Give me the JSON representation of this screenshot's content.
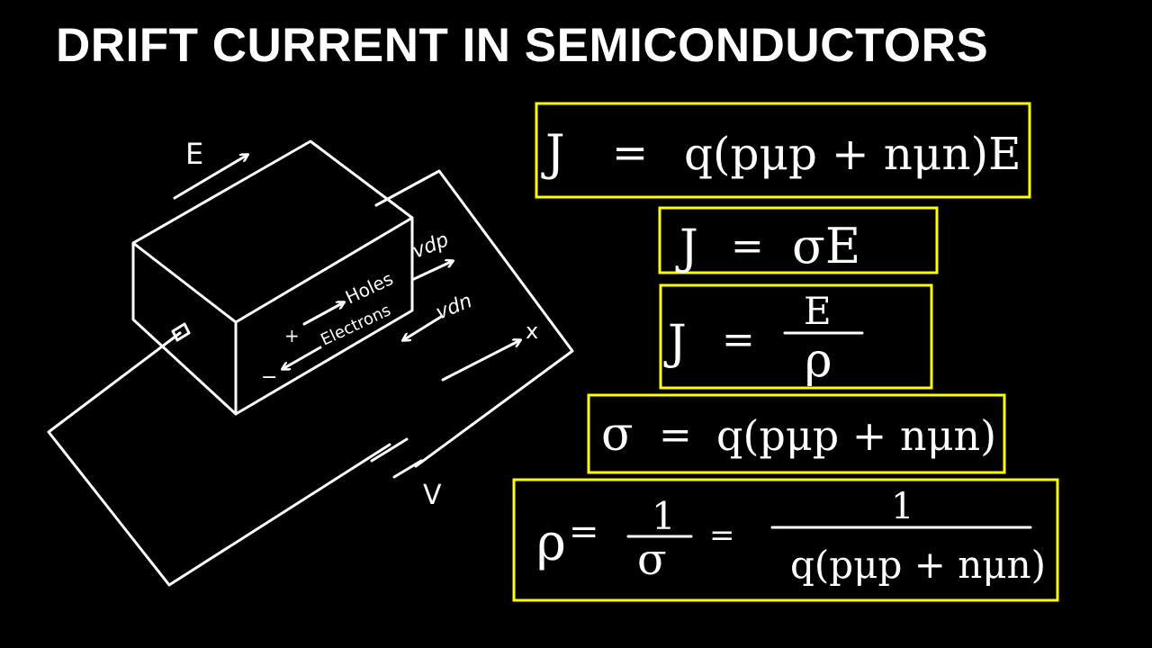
{
  "title": "DRIFT CURRENT IN SEMICONDUCTORS",
  "diagram": {
    "field_label": "E",
    "hole_velocity_label": "vdp",
    "electron_velocity_label": "vdn",
    "holes_label": "Holes",
    "electrons_label": "Electrons",
    "plus_sign": "+",
    "minus_sign": "−",
    "x_label": "x",
    "battery_label": "V"
  },
  "equations": [
    {
      "lhs": "J",
      "eq": "=",
      "rhs": "q(pμp + nμn)E"
    },
    {
      "lhs": "J",
      "eq": "=",
      "rhs": "σE"
    },
    {
      "lhs": "J",
      "eq": "=",
      "num": "E",
      "den": "ρ"
    },
    {
      "lhs": "σ",
      "eq": "=",
      "rhs": "q(pμp + nμn)"
    },
    {
      "lhs": "ρ",
      "eq": "=",
      "num1": "1",
      "den1": "σ",
      "eq2": "=",
      "num2": "1",
      "den2": "q(pμp + nμn)"
    }
  ],
  "colors": {
    "background": "#000000",
    "ink": "#ffffff",
    "box": "#ffff00"
  }
}
